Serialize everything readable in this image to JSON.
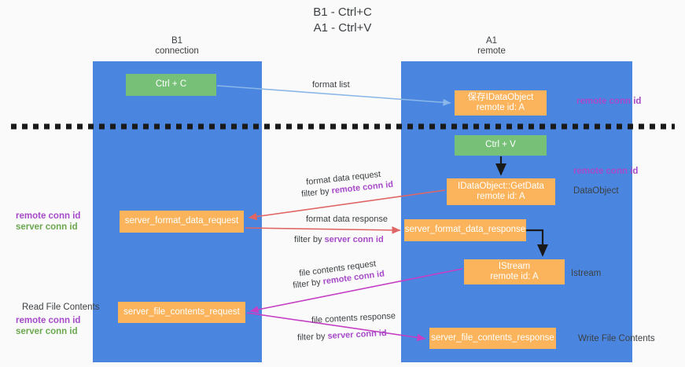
{
  "title": "B1 - Ctrl+C\nA1 - Ctrl+V",
  "title_line1": "B1 - Ctrl+C",
  "title_line2": "A1 - Ctrl+V",
  "colors": {
    "lane": "#4a86e0",
    "green_node": "#77c077",
    "orange_node": "#fbb45c",
    "remote_conn_id": "#a64ac9",
    "server_conn_id": "#6aa84f",
    "arrow_blue": "#8ab6e8",
    "arrow_red": "#e06666",
    "arrow_magenta": "#c43fc4",
    "arrow_black": "#1a1a1a",
    "divider": "#1a1a1a"
  },
  "lanes": [
    {
      "id": "b1",
      "title": "B1",
      "subtitle": "connection"
    },
    {
      "id": "a1",
      "title": "A1",
      "subtitle": "remote"
    }
  ],
  "nodes": {
    "ctrl_c": {
      "label": "Ctrl + C",
      "color": "green"
    },
    "save_idataobject": {
      "line1": "保存IDataObject",
      "line2": "remote id: A",
      "color": "orange"
    },
    "ctrl_v": {
      "label": "Ctrl + V",
      "color": "green"
    },
    "getdata": {
      "line1": "IDataObject::GetData",
      "line2": "remote id: A",
      "color": "orange"
    },
    "server_format_data_request": {
      "label": "server_format_data_request",
      "color": "orange"
    },
    "server_format_data_response": {
      "label": "server_format_data_response",
      "color": "orange"
    },
    "istream": {
      "line1": "IStream",
      "line2": "remote id: A",
      "color": "orange"
    },
    "server_file_contents_request": {
      "label": "server_file_contents_request",
      "color": "orange"
    },
    "server_file_contents_response": {
      "label": "server_file_contents_response",
      "color": "orange"
    }
  },
  "edge_labels": {
    "format_list": "format list",
    "format_data_request": "format data request",
    "format_data_request_filter_prefix": "filter by ",
    "format_data_request_filter_key": "remote conn id",
    "format_data_response": "format data response",
    "format_data_response_filter_prefix": "filter by ",
    "format_data_response_filter_key": "server conn id",
    "file_contents_request": "file contents request",
    "file_contents_request_filter_prefix": "filter by ",
    "file_contents_request_filter_key": "remote conn id",
    "file_contents_response": "file contents response",
    "file_contents_response_filter_prefix": "filter by ",
    "file_contents_response_filter_key": "server conn id"
  },
  "annotations": {
    "right_remote_conn_id_top": "remote conn id",
    "right_remote_conn_id_mid": "remote conn id",
    "right_dataobject": "DataObject",
    "right_istream": "Istream",
    "right_write_file_contents": "Write File Contents",
    "left_remote_conn_id_mid": "remote conn id",
    "left_server_conn_id_mid": "server conn id",
    "left_read_file_contents": "Read File Contents",
    "left_remote_conn_id_bottom": "remote conn id",
    "left_server_conn_id_bottom": "server conn id"
  }
}
